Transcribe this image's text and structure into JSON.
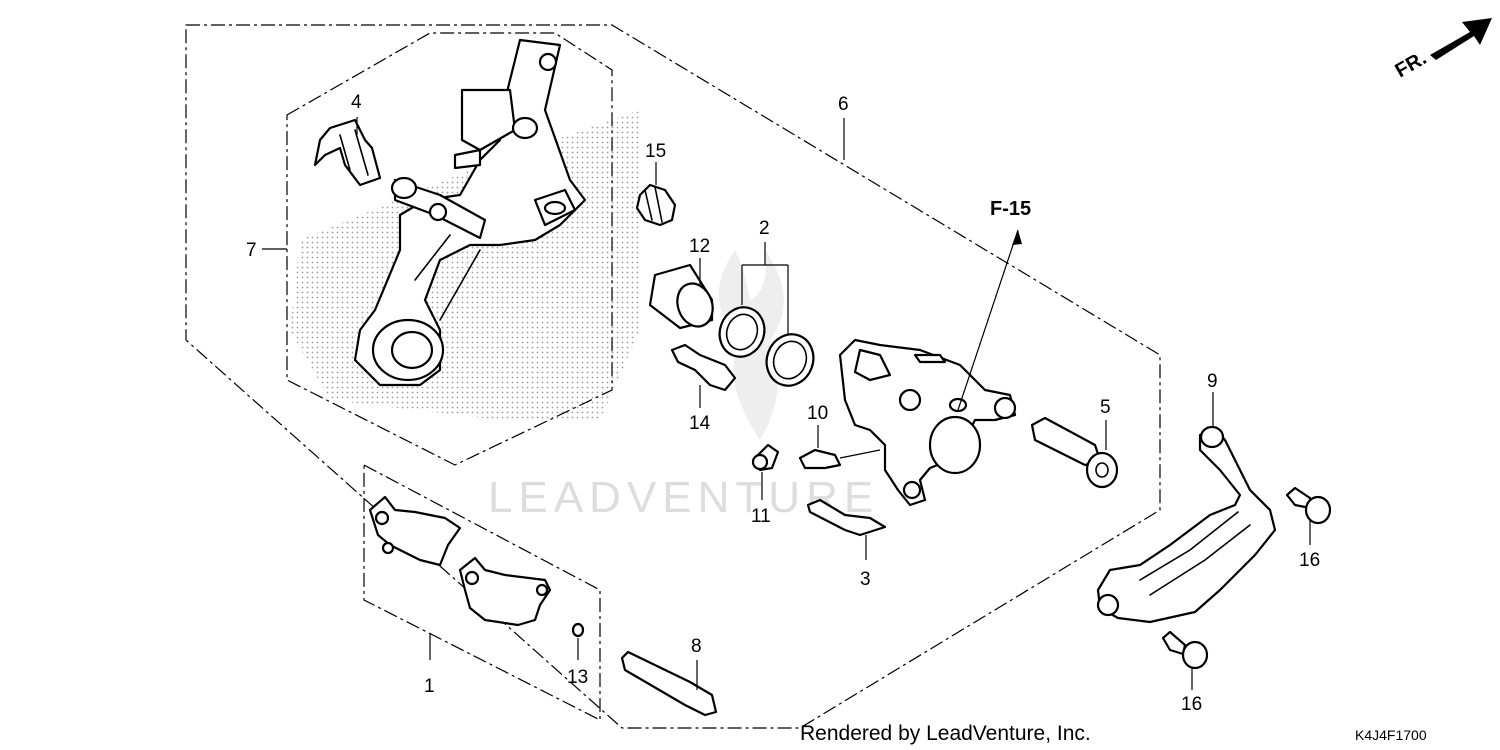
{
  "direction_marker": "FR.",
  "reference": "F-15",
  "watermark_text": "LEADVENTURE",
  "credit": "Rendered by LeadVenture, Inc.",
  "diagram_code": "K4J4F1700",
  "callouts": {
    "c1": "1",
    "c2": "2",
    "c3": "3",
    "c4": "4",
    "c5": "5",
    "c6": "6",
    "c7": "7",
    "c8": "8",
    "c9": "9",
    "c10": "10",
    "c11": "11",
    "c12": "12",
    "c13": "13",
    "c14": "14",
    "c15": "15",
    "c16a": "16",
    "c16b": "16"
  }
}
